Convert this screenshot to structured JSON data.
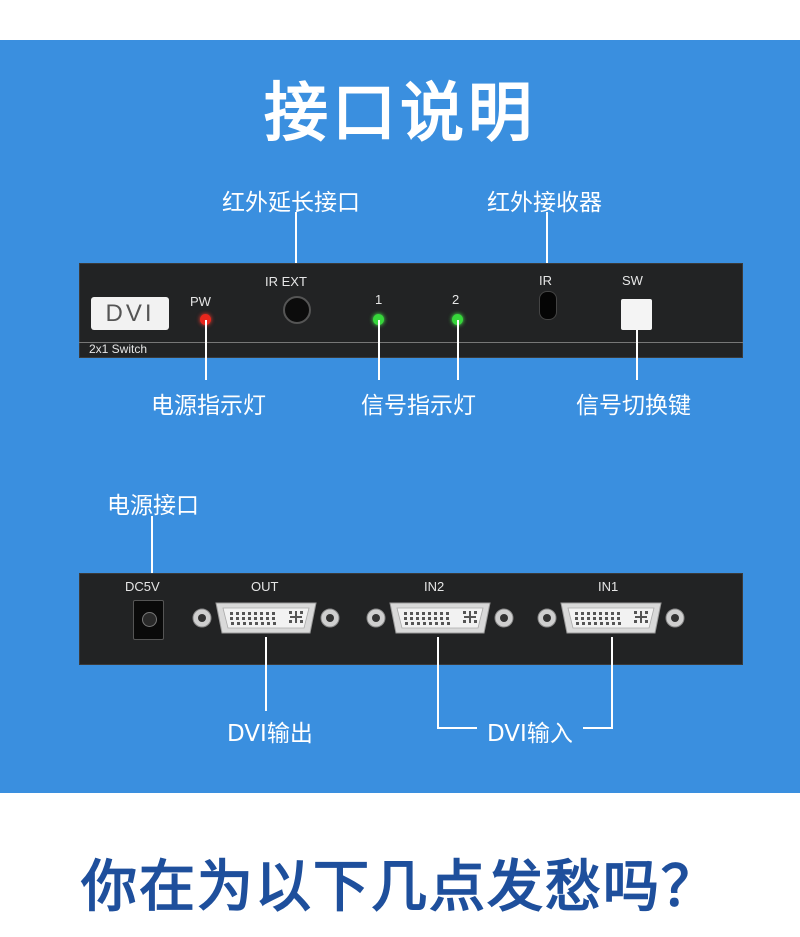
{
  "title": "接口说明",
  "front_panel": {
    "dvi_badge": "DVI",
    "model": "2x1 Switch",
    "pw": "PW",
    "ir_ext": "IR EXT",
    "led1": "1",
    "led2": "2",
    "ir": "IR",
    "sw": "SW"
  },
  "front_callouts": {
    "ir_ext_port": "红外延长接口",
    "ir_receiver": "红外接收器",
    "power_indicator": "电源指示灯",
    "signal_indicator": "信号指示灯",
    "signal_switch": "信号切换键"
  },
  "rear_panel": {
    "dc": "DC5V",
    "out": "OUT",
    "in2": "IN2",
    "in1": "IN1"
  },
  "rear_callouts": {
    "power_port": "电源接口",
    "dvi_out": "DVI输出",
    "dvi_in": "DVI输入"
  },
  "footer": "你在为以下几点发愁吗？",
  "colors": {
    "background_blue": "#3a8fdf",
    "panel": "#222324",
    "footer_text": "#1e4f9c",
    "led_red": "#e8261c",
    "led_green": "#36d63a"
  }
}
